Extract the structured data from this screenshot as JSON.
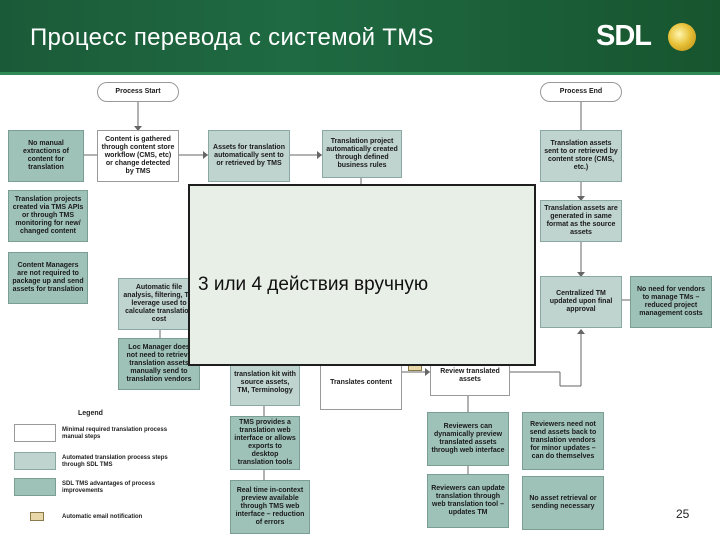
{
  "header": {
    "title": "Процесс перевода с системой TMS",
    "logo_text": "SDL"
  },
  "flow": {
    "process_start": "Process Start",
    "process_end": "Process End",
    "no_manual": "No manual extractions of content for translation",
    "content_gathered": "Content is gathered through content store workflow (CMS, etc) or change detected by TMS",
    "assets_sent": "Assets for translation automatically sent to or retrieved by TMS",
    "project_created": "Translation project automatically created through defined business rules",
    "assets_returned": "Translation assets sent to or retrieved by content store (CMS, etc.)",
    "projects_via_apis": "Translation projects created via TMS APIs or through TMS monitoring for new/ changed content",
    "managers_not_required": "Content Managers are not required to package up and send assets for translation",
    "auto_file_analysis": "Automatic file analysis, filtering, TM leverage used to calculate translation cost",
    "assets_generated": "Translation assets are generated in same format as the source assets",
    "centralized_tm": "Centralized TM updated upon final approval",
    "no_need_vendors": "No need for vendors to manage TMs – reduced project management costs",
    "loc_manager": "Loc Manager does not need to retrieve translation assets manually send to translation vendors",
    "translation_kit": "translation kit with source assets, TM, Terminology",
    "translates_content": "Translates content",
    "review_assets": "Review translated assets",
    "tms_web_interface": "TMS provides a translation web interface or allows exports to desktop translation tools",
    "reviewers_dynamic": "Reviewers can dynamically preview translated assets through web interface",
    "reviewers_no_send": "Reviewers need not send assets back to translation vendors for minor updates – can do themselves",
    "realtime_preview": "Real time in-context preview available through TMS web interface – reduction of errors",
    "reviewers_update": "Reviewers can update translation through web translation tool – updates TM",
    "no_retrieval": "No asset retrieval or sending necessary"
  },
  "overlay": {
    "text": "3 или 4 действия вручную"
  },
  "legend": {
    "title": "Legend",
    "manual": "Minimal required translation process manual steps",
    "automated": "Automated translation process steps through SDL TMS",
    "advantages": "SDL TMS advantages of process improvements",
    "email": "Automatic email notification"
  },
  "page_number": "25",
  "colors": {
    "header_bg": "#1f6a42",
    "automated_fill": "#bfd3cf",
    "advantage_fill": "#9fc2b8",
    "manual_fill": "#ffffff"
  }
}
